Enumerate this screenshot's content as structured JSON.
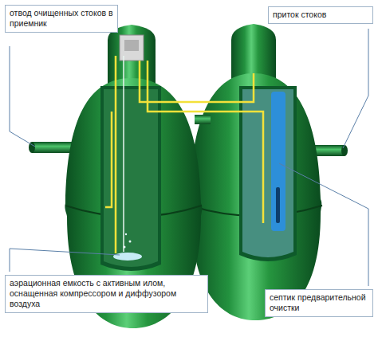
{
  "diagram": {
    "nodes": [
      {
        "text": [
          "отвод очищенных стоков в приемник"
        ]
      },
      {
        "text": [
          "приток стоков"
        ]
      },
      {
        "text": [
          "аэрационная емкость с активным илом, оснащенная компрессором и диффузором воздуха"
        ]
      },
      {
        "text": [
          "септик предварительной очистки"
        ]
      }
    ]
  }
}
